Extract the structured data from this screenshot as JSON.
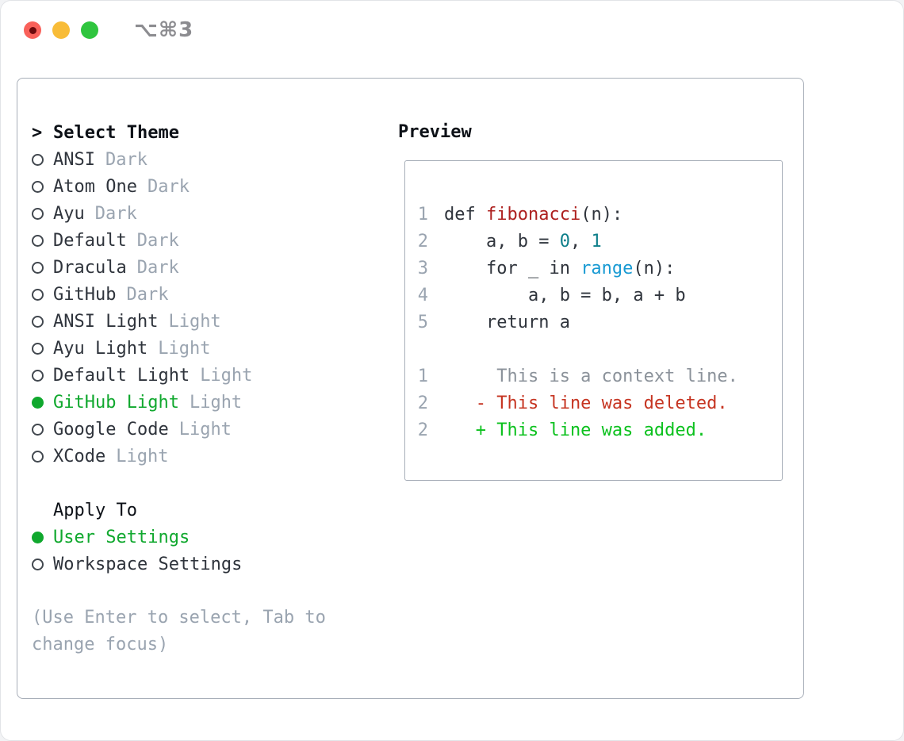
{
  "window": {
    "title": "⌥⌘3",
    "traffic_lights": [
      "close",
      "minimize",
      "zoom"
    ]
  },
  "colors": {
    "tl_red": "#f9615a",
    "tl_red_inner": "#6d0a0c",
    "tl_yellow": "#f8bc38",
    "tl_green": "#2fc53e",
    "title_gray": "#8c8c90",
    "panel_border": "#a7aeb8",
    "text_black": "#0d1117",
    "text_dark": "#2f343c",
    "text_muted": "#9aa4b0",
    "radio_ring": "#42484f",
    "accent_green": "#10a82e",
    "added_green": "#0cc11e",
    "deleted_red": "#c63522",
    "context_gray": "#8b929a",
    "keyword_red": "#ad201f",
    "number_teal": "#0e7f8a",
    "function_blue": "#189ad3"
  },
  "theme_panel": {
    "header": {
      "prompt": ">",
      "label": "Select Theme"
    },
    "items": [
      {
        "name": "ANSI",
        "variant": "Dark",
        "selected": false
      },
      {
        "name": "Atom One",
        "variant": "Dark",
        "selected": false
      },
      {
        "name": "Ayu",
        "variant": "Dark",
        "selected": false
      },
      {
        "name": "Default",
        "variant": "Dark",
        "selected": false
      },
      {
        "name": "Dracula",
        "variant": "Dark",
        "selected": false
      },
      {
        "name": "GitHub",
        "variant": "Dark",
        "selected": false
      },
      {
        "name": "ANSI Light",
        "variant": "Light",
        "selected": false
      },
      {
        "name": "Ayu Light",
        "variant": "Light",
        "selected": false
      },
      {
        "name": "Default Light",
        "variant": "Light",
        "selected": false
      },
      {
        "name": "GitHub Light",
        "variant": "Light",
        "selected": true
      },
      {
        "name": "Google Code",
        "variant": "Light",
        "selected": false
      },
      {
        "name": "XCode",
        "variant": "Light",
        "selected": false
      }
    ],
    "apply_to": {
      "label": "Apply To",
      "options": [
        {
          "name": "User Settings",
          "selected": true
        },
        {
          "name": "Workspace Settings",
          "selected": false
        }
      ]
    },
    "hint": "(Use Enter to select, Tab to change focus)"
  },
  "preview": {
    "label": "Preview",
    "code_lines": [
      {
        "num": "1",
        "segments": [
          {
            "t": "def ",
            "c": "dark"
          },
          {
            "t": "fibonacci",
            "c": "red"
          },
          {
            "t": "(n):",
            "c": "dark"
          }
        ]
      },
      {
        "num": "2",
        "segments": [
          {
            "t": "    a, b = ",
            "c": "dark"
          },
          {
            "t": "0",
            "c": "teal"
          },
          {
            "t": ", ",
            "c": "dark"
          },
          {
            "t": "1",
            "c": "teal"
          }
        ]
      },
      {
        "num": "3",
        "segments": [
          {
            "t": "    for _ in ",
            "c": "dark"
          },
          {
            "t": "range",
            "c": "blue"
          },
          {
            "t": "(n):",
            "c": "dark"
          }
        ]
      },
      {
        "num": "4",
        "segments": [
          {
            "t": "        a, b = b, a + b",
            "c": "dark"
          }
        ]
      },
      {
        "num": "5",
        "segments": [
          {
            "t": "    return a",
            "c": "dark"
          }
        ]
      },
      {
        "num": "",
        "segments": []
      },
      {
        "num": "1",
        "segments": [
          {
            "t": "     This is a context line.",
            "c": "context"
          }
        ]
      },
      {
        "num": "2",
        "segments": [
          {
            "t": "   - This line was deleted.",
            "c": "deleted"
          }
        ]
      },
      {
        "num": "2",
        "segments": [
          {
            "t": "   + This line was added.",
            "c": "added"
          }
        ]
      }
    ]
  }
}
